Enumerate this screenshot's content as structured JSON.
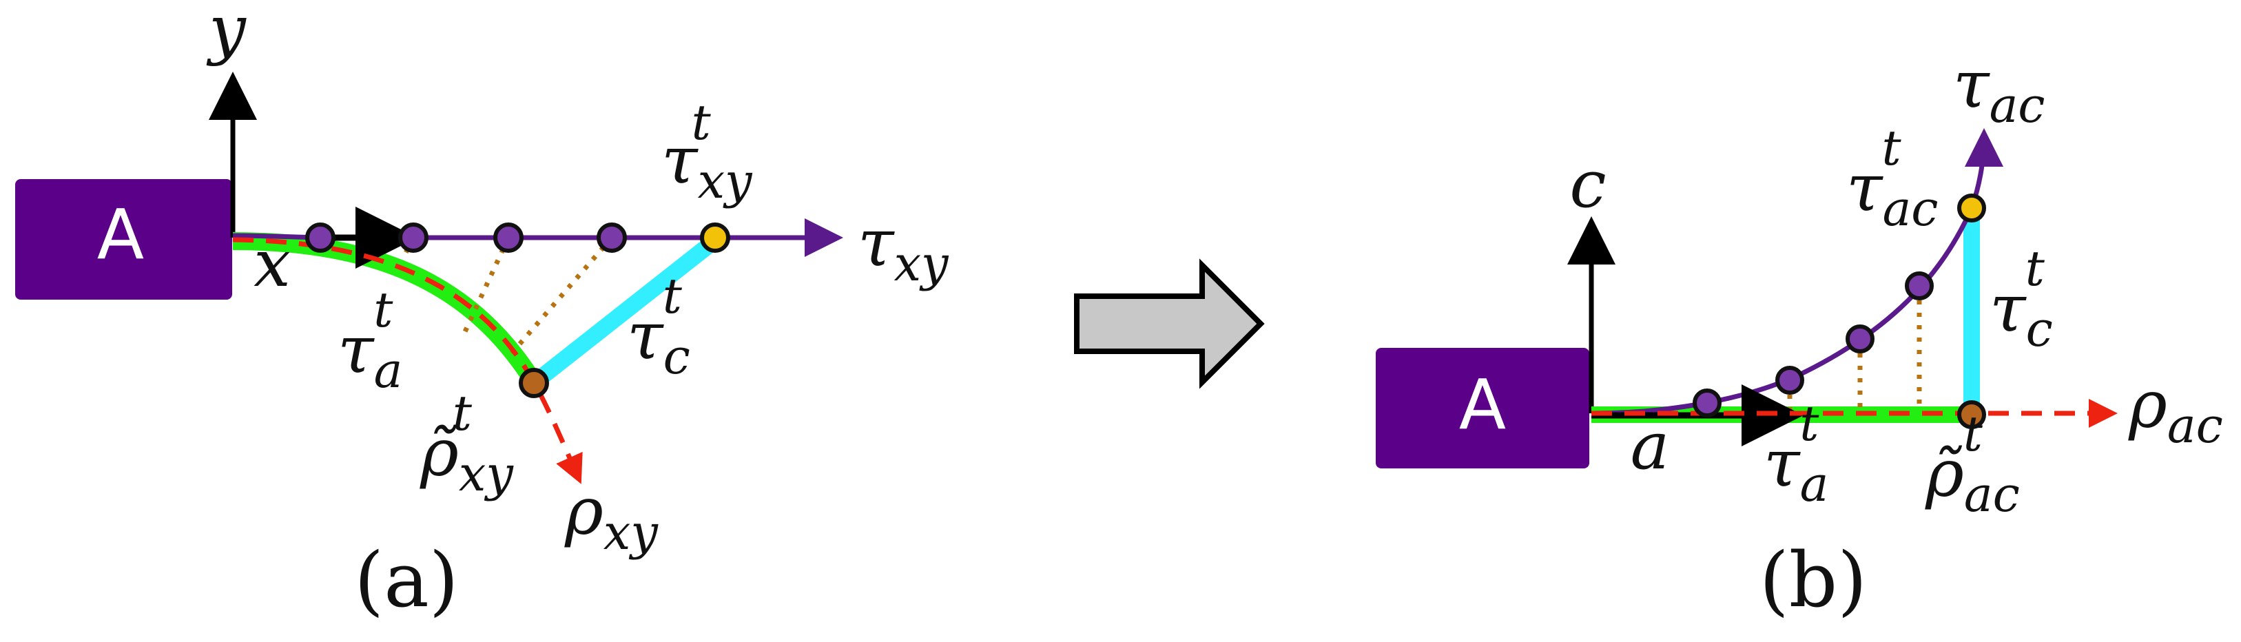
{
  "colors": {
    "agent_box": "#5b0088",
    "agent_text": "#ffffff",
    "axis": "#000000",
    "trajectory": "#5b1a8c",
    "green_path": "#22ee11",
    "red_dashed": "#ee2211",
    "cyan_segment": "#33eeff",
    "dotted": "#b87311",
    "waypoint": "#7a3aa8",
    "target_point": "#f2c20a",
    "ref_point": "#b5651d",
    "arrow_fill": "#c8c8c8"
  },
  "panel_a": {
    "agent_label": "A",
    "axis_y": "y",
    "axis_x": "x",
    "tau_xy": "τxy",
    "tau_xy_t": "τxyt",
    "tau_a_t": "τat",
    "tau_c_t": "τct",
    "rho_tilde_xy_t": "ρ̃xyt",
    "rho_xy": "ρxy",
    "caption": "(a)"
  },
  "panel_b": {
    "agent_label": "A",
    "axis_c": "c",
    "axis_a": "a",
    "tau_ac": "τac",
    "tau_ac_t": "τact",
    "tau_c_t": "τct",
    "tau_a_t": "τat",
    "rho_tilde_ac_t": "ρ̃act",
    "rho_ac": "ρac",
    "caption": "(b)"
  },
  "transform_arrow": {
    "icon": "right-arrow-icon"
  }
}
